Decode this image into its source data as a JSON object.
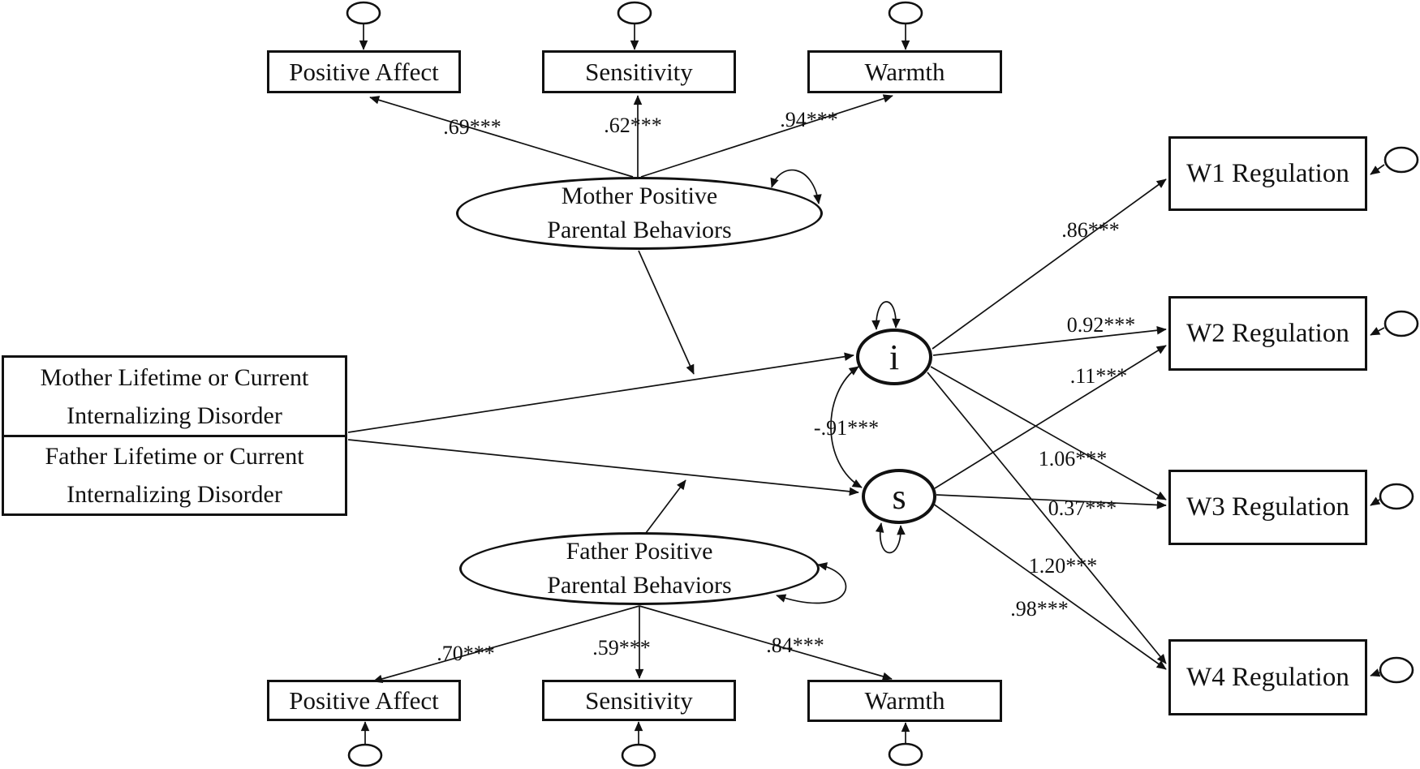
{
  "figure": {
    "background": "#ffffff",
    "line_color": "#111111"
  },
  "nodes": {
    "top_indicators": [
      "Positive Affect",
      "Sensitivity",
      "Warmth"
    ],
    "bottom_indicators": [
      "Positive Affect",
      "Sensitivity",
      "Warmth"
    ],
    "outcomes": [
      "W1 Regulation",
      "W2 Regulation",
      "W3 Regulation",
      "W4 Regulation"
    ],
    "mother_factor": {
      "line1": "Mother Positive",
      "line2": "Parental Behaviors"
    },
    "father_factor": {
      "line1": "Father Positive",
      "line2": "Parental Behaviors"
    },
    "mother_predictor": {
      "line1": "Mother Lifetime or Current",
      "line2": "Internalizing Disorder"
    },
    "father_predictor": {
      "line1": "Father Lifetime or Current",
      "line2": "Internalizing Disorder"
    },
    "intercept": "i",
    "slope": "s"
  },
  "coefficients": {
    "mother_loadings": {
      "positive_affect": ".69***",
      "sensitivity": ".62***",
      "warmth": ".94***"
    },
    "father_loadings": {
      "positive_affect": ".70***",
      "sensitivity": ".59***",
      "warmth": ".84***"
    },
    "intercept_slope_covariance": "-.91***",
    "intercept_paths": {
      "w1": ".86***",
      "w2": "0.92***",
      "w3": "1.06***",
      "w4": "1.20***"
    },
    "slope_paths": {
      "w2": ".11***",
      "w3": "0.37***",
      "w4": ".98***"
    }
  }
}
